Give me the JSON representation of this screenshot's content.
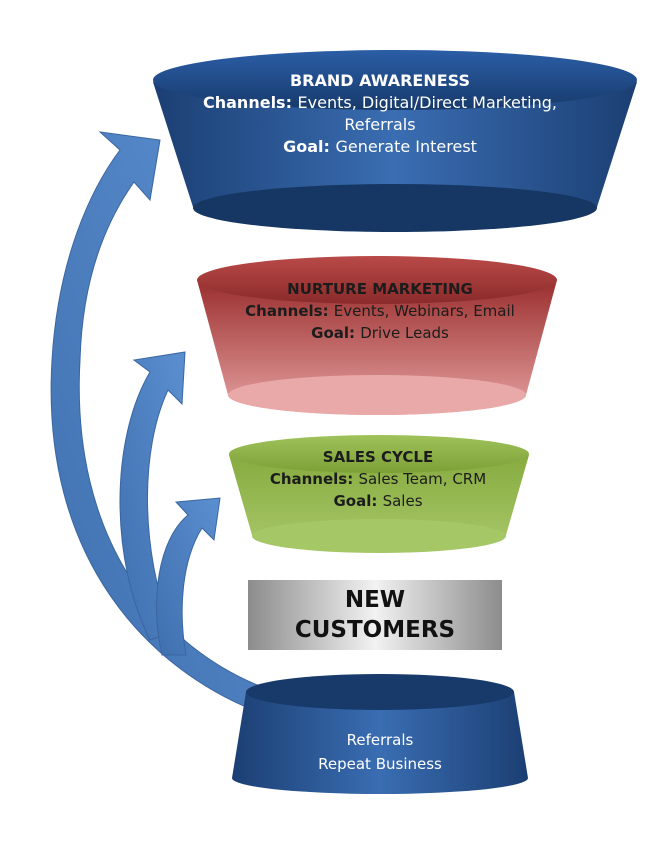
{
  "tiers": [
    {
      "title": "BRAND AWARENESS",
      "channels_label": "Channels:",
      "channels_line1": "Events, Digital/Direct Marketing,",
      "channels_line2": "Referrals",
      "goal_label": "Goal:",
      "goal": "Generate Interest",
      "color": "#1f4e8c"
    },
    {
      "title": "NURTURE MARKETING",
      "channels_label": "Channels:",
      "channels": "Events, Webinars, Email",
      "goal_label": "Goal:",
      "goal": "Drive Leads",
      "color": "#b94a48"
    },
    {
      "title": "SALES CYCLE",
      "channels_label": "Channels:",
      "channels": "Sales Team, CRM",
      "goal_label": "Goal:",
      "goal": "Sales",
      "color": "#7ea33a"
    }
  ],
  "new_customers": {
    "line1": "NEW",
    "line2": "CUSTOMERS"
  },
  "base": {
    "line1": "Referrals",
    "line2": "Repeat Business",
    "color": "#1f4e8c"
  },
  "arrow_color": "#4f81bd"
}
